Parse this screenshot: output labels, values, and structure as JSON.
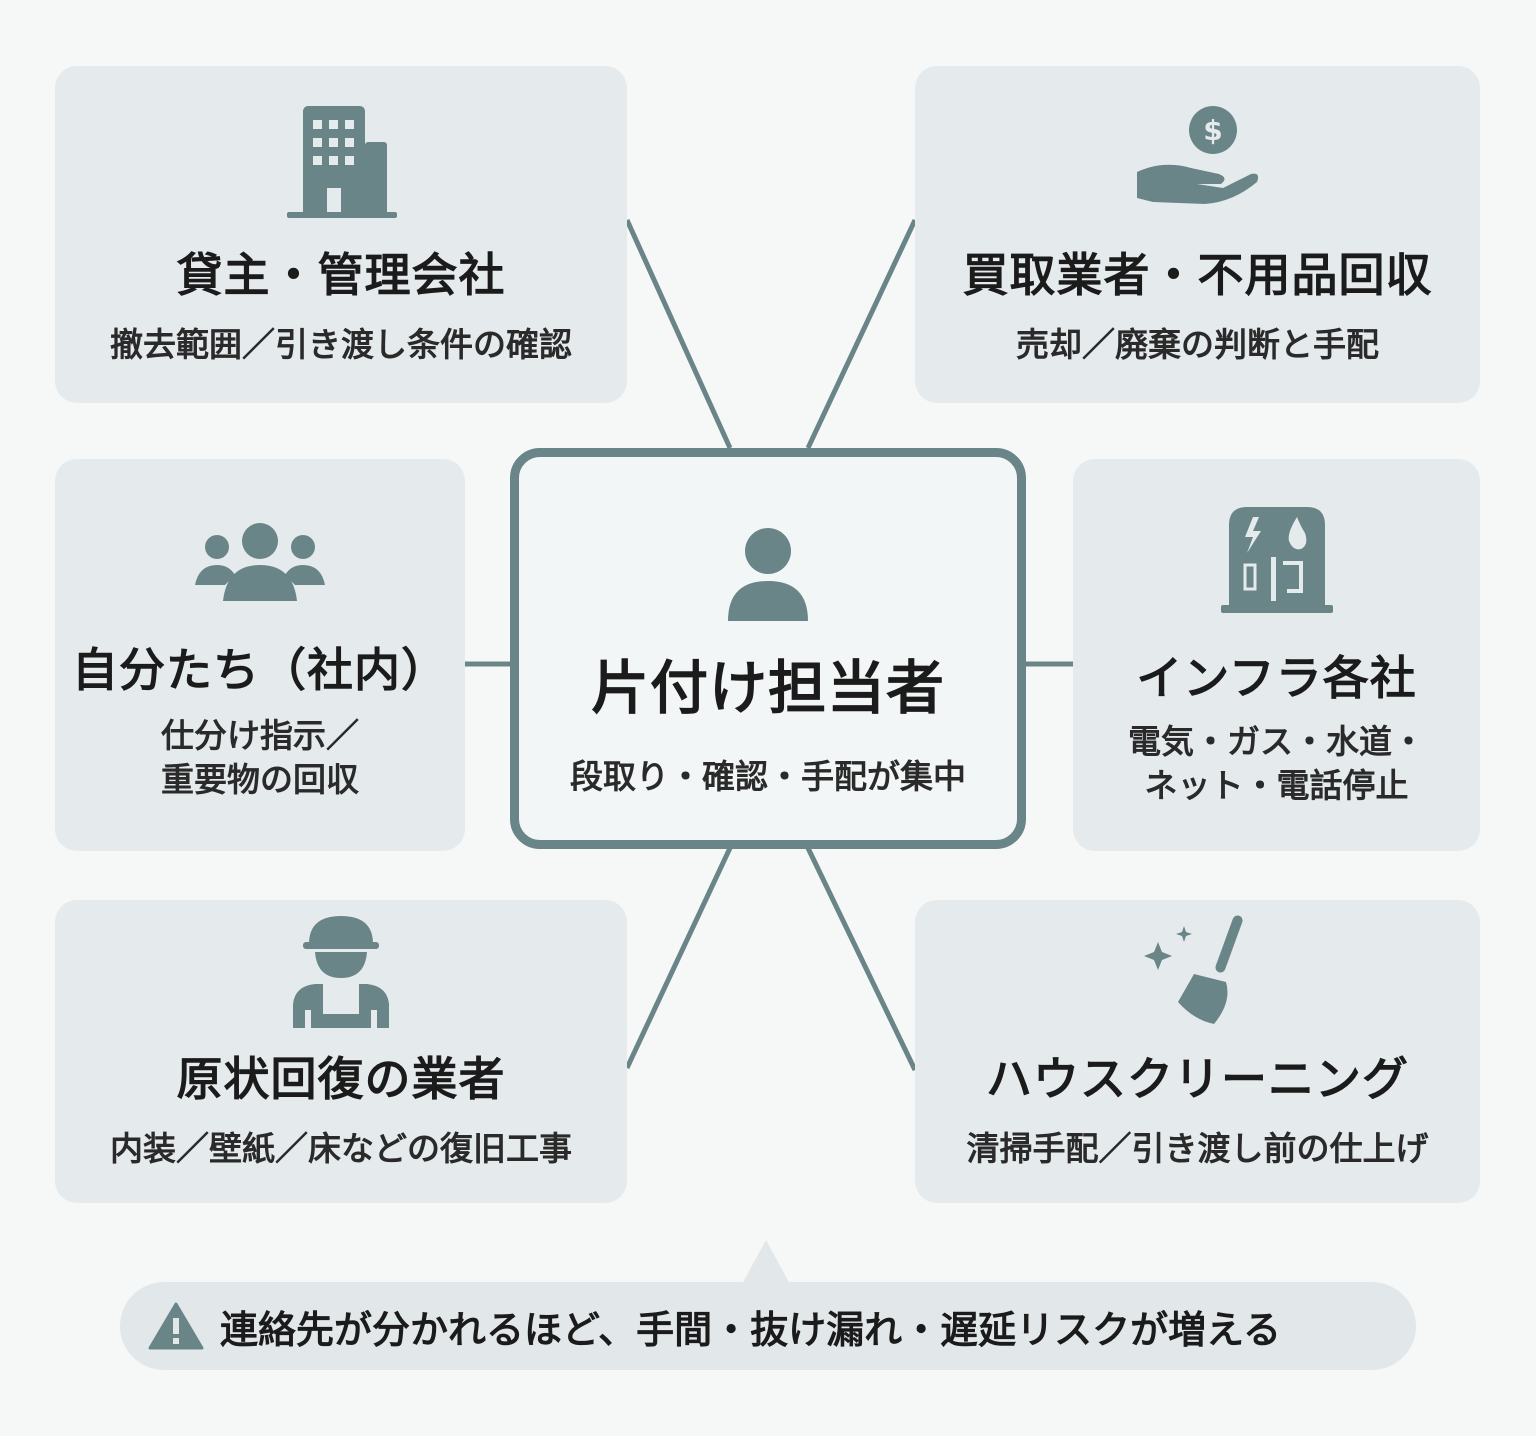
{
  "center": {
    "title": "片付け担当者",
    "subtitle": "段取り・確認・手配が集中",
    "icon": "person-icon"
  },
  "nodes": {
    "landlord": {
      "title": "貸主・管理会社",
      "subtitle": "撤去範囲／引き渡し条件の確認",
      "icon": "building-icon"
    },
    "buyer": {
      "title": "買取業者・不用品回収",
      "subtitle": "売却／廃棄の判断と手配",
      "icon": "hand-money-icon"
    },
    "inhouse": {
      "title": "自分たち（社内）",
      "subtitle_lines": [
        "仕分け指示／",
        "重要物の回収"
      ],
      "icon": "group-icon"
    },
    "infra": {
      "title": "インフラ各社",
      "subtitle_lines": [
        "電気・ガス・水道・",
        "ネット・電話停止"
      ],
      "icon": "utilities-icon"
    },
    "restoration": {
      "title": "原状回復の業者",
      "subtitle": "内装／壁紙／床などの復旧工事",
      "icon": "worker-icon"
    },
    "cleaning": {
      "title": "ハウスクリーニング",
      "subtitle": "清掃手配／引き渡し前の仕上げ",
      "icon": "broom-icon"
    }
  },
  "warning": {
    "text": "連絡先が分かれるほど、手間・抜け漏れ・遅延リスクが増える",
    "icon": "warning-icon"
  },
  "colors": {
    "accent": "#6a8588",
    "box": "#e5ebed",
    "background": "#f6f8f8"
  }
}
